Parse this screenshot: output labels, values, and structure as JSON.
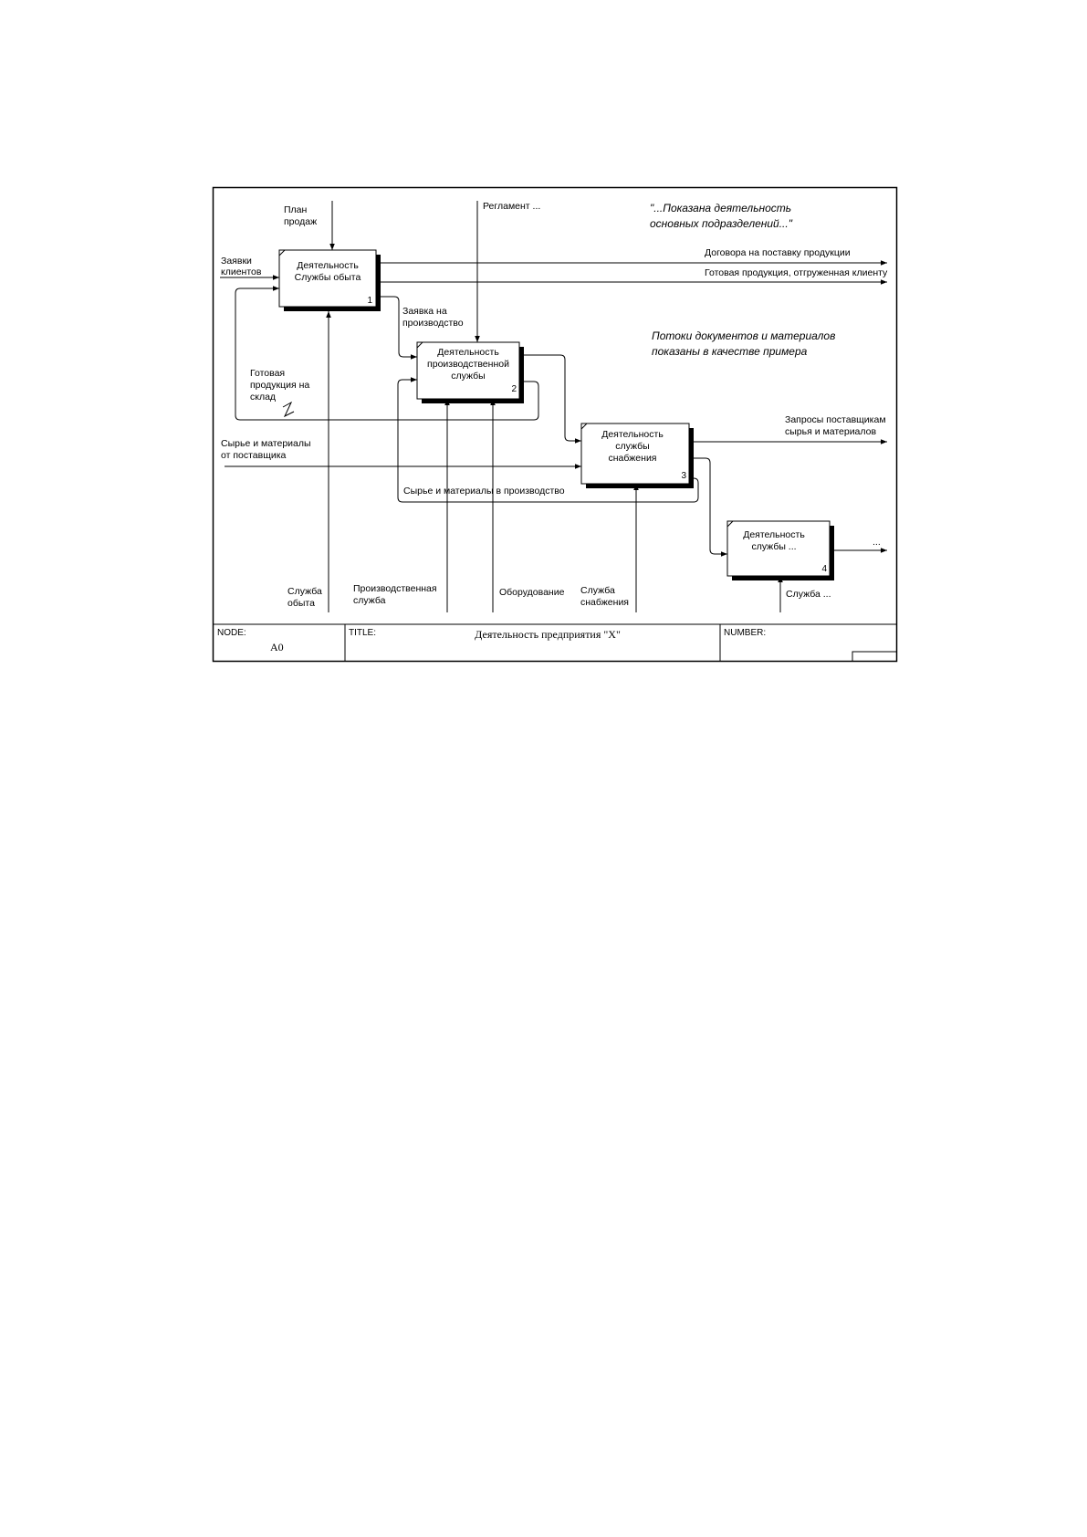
{
  "notes": {
    "top": [
      "\"...Показана деятельность",
      "основных подразделений...\""
    ],
    "middle": [
      "Потоки документов и материалов",
      "показаны в качестве примера"
    ]
  },
  "activities": [
    {
      "lines": [
        "Деятельность",
        "Службы обыта"
      ],
      "number": "1"
    },
    {
      "lines": [
        "Деятельность",
        "производственной",
        "службы"
      ],
      "number": "2"
    },
    {
      "lines": [
        "Деятельность",
        "службы",
        "снабжения"
      ],
      "number": "3"
    },
    {
      "lines": [
        "Деятельность",
        "службы ..."
      ],
      "number": "4"
    }
  ],
  "arrows": {
    "plan_sales": [
      "План",
      "продаж"
    ],
    "reglament": "Регламент ...",
    "client_requests": [
      "Заявки",
      "клиентов"
    ],
    "contracts": "Договора на поставку продукции",
    "shipped_products": "Готовая продукция, отгруженная клиенту",
    "production_request": [
      "Заявка на",
      "производство"
    ],
    "finished_to_stock": [
      "Готовая",
      "продукция на",
      "склад"
    ],
    "raw_from_supplier": [
      "Сырье и материалы",
      "от поставщика"
    ],
    "supplier_requests": [
      "Запросы поставщикам",
      "сырья и материалов"
    ],
    "raw_to_production": "Сырье и материалы в производство",
    "output_more": "...",
    "sales_service": [
      "Служба",
      "обыта"
    ],
    "production_service": [
      "Производственная",
      "служба"
    ],
    "equipment": "Оборудование",
    "supply_service": [
      "Служба",
      "снабжения"
    ],
    "service_more": "Служба ..."
  },
  "footer": {
    "node_label": "NODE:",
    "node_value": "A0",
    "title_label": "TITLE:",
    "title_value": "Деятельность предприятия \"X\"",
    "number_label": "NUMBER:"
  }
}
